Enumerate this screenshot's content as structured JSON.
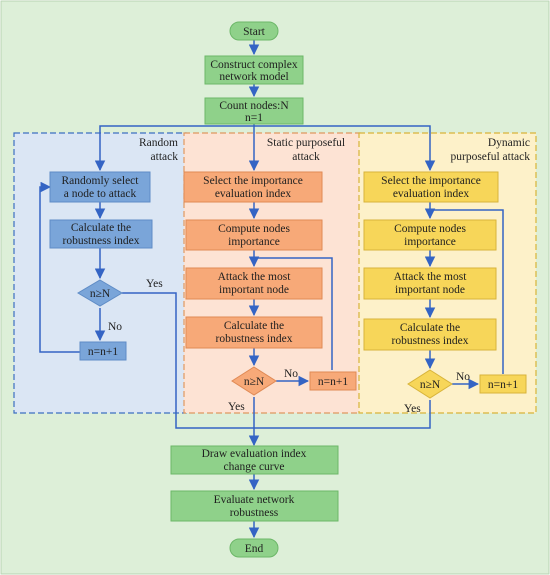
{
  "flowchart": {
    "start": "Start",
    "construct": [
      "Construct complex",
      "network model"
    ],
    "count": [
      "Count nodes:N",
      "n=1"
    ],
    "draw_curve": [
      "Draw evaluation index",
      "change curve"
    ],
    "evaluate": [
      "Evaluate network",
      "robustness"
    ],
    "end": "End"
  },
  "random_attack": {
    "title": [
      "Random",
      "attack"
    ],
    "select": [
      "Randomly select",
      "a node to attack"
    ],
    "calculate": [
      "Calculate the",
      "robustness index"
    ],
    "decision": "n≥N",
    "increment": "n=n+1",
    "yes": "Yes",
    "no": "No"
  },
  "static_attack": {
    "title": [
      "Static purposeful",
      "attack"
    ],
    "select": [
      "Select the importance",
      "evaluation index"
    ],
    "compute": [
      "Compute nodes",
      "importance"
    ],
    "attack": [
      "Attack the most",
      "important node"
    ],
    "calculate": [
      "Calculate the",
      "robustness index"
    ],
    "decision": "n≥N",
    "increment": "n=n+1",
    "yes": "Yes",
    "no": "No"
  },
  "dynamic_attack": {
    "title": [
      "Dynamic",
      "purposeful attack"
    ],
    "select": [
      "Select the importance",
      "evaluation index"
    ],
    "compute": [
      "Compute nodes",
      "importance"
    ],
    "attack": [
      "Attack the most",
      "important node"
    ],
    "calculate": [
      "Calculate the",
      "robustness index"
    ],
    "decision": "n≥N",
    "increment": "n=n+1",
    "yes": "Yes",
    "no": "No"
  },
  "colors": {
    "background": "#ddefd8",
    "green": "#8fd18a",
    "blue_panel": "#dbe6f4",
    "blue_node": "#7aa5d9",
    "orange_panel": "#fde3d4",
    "orange_node": "#f7a978",
    "yellow_panel": "#fdf1c9",
    "yellow_node": "#f7d659",
    "arrow": "#3464c4"
  }
}
